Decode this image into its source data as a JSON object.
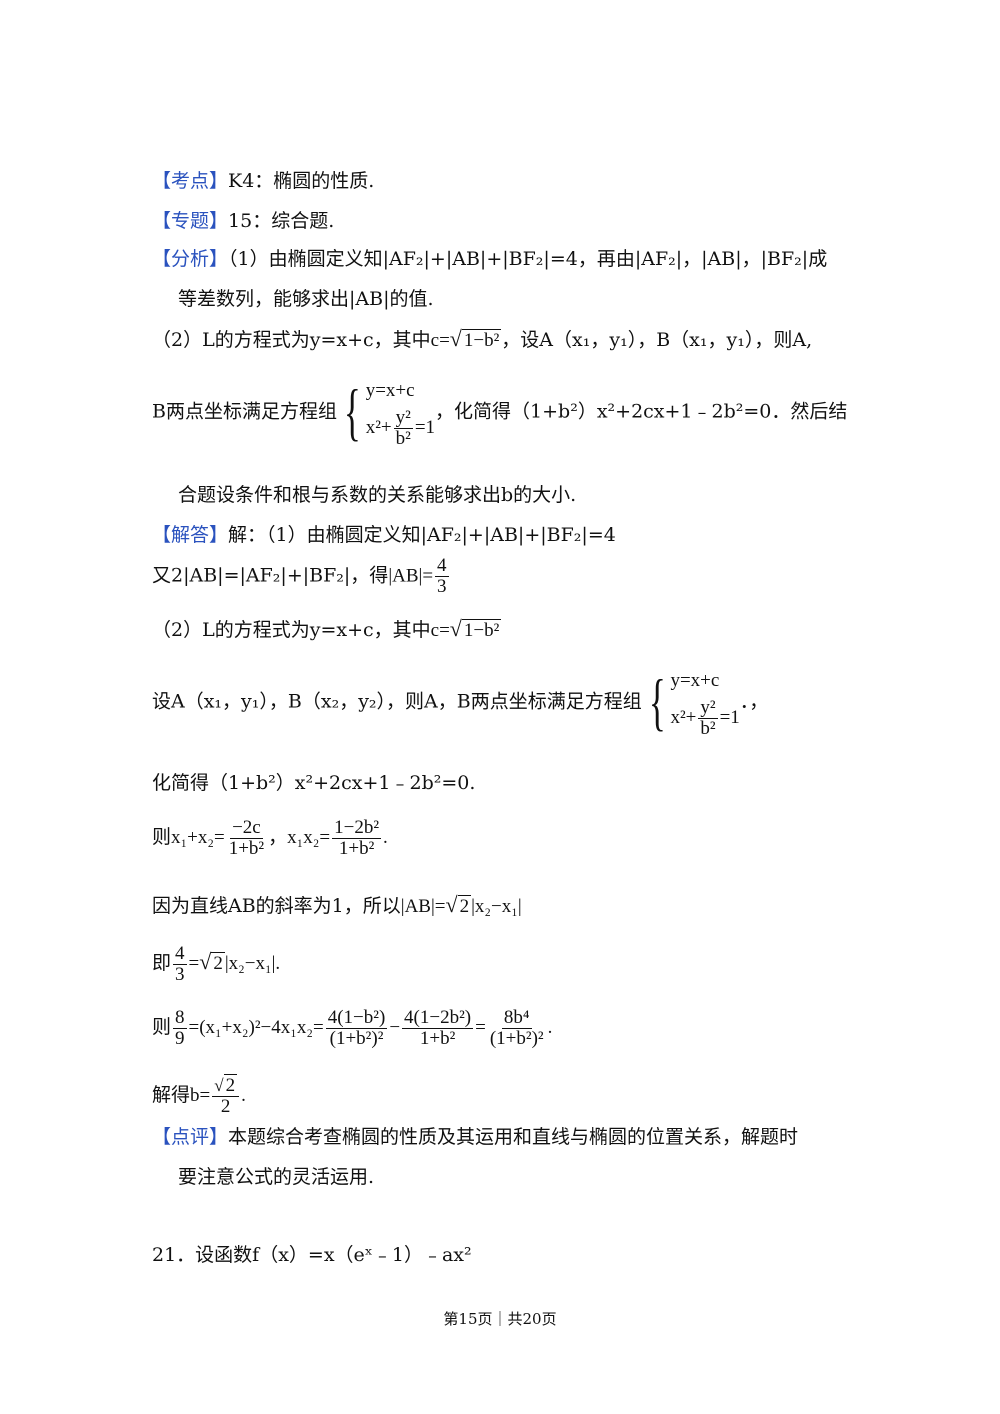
{
  "kaodian": {
    "tag": "【考点】",
    "text": "K4：椭圆的性质."
  },
  "zhuanti": {
    "tag": "【专题】",
    "text": "15：综合题."
  },
  "fenxi": {
    "tag": "【分析】",
    "l1": "（1）由椭圆定义知|AF₂|+|AB|+|BF₂|=4，再由|AF₂|，|AB|，|BF₂|成",
    "l2": "等差数列，能够求出|AB|的值.",
    "l3a": "（2）L的方程式为y=x+c，其中",
    "l3b": "，设A（x₁，y₁），B（x₁，y₁），则A,",
    "l4a": "B两点坐标满足方程组",
    "l4b": "，化简得（1+b²）x²+2cx+1﹣2b²=0．然后结",
    "l5": "合题设条件和根与系数的关系能够求出b的大小."
  },
  "jieda": {
    "tag": "【解答】",
    "l1": "解：（1）由椭圆定义知|AF₂|+|AB|+|BF₂|=4",
    "l2a": "又2|AB|=|AF₂|+|BF₂|，得",
    "l2b": "|AB|=",
    "l3a": "（2）L的方程式为y=x+c，其中",
    "l4a": "设A（x₁，y₁），B（x₂，y₂），则A，B两点坐标满足方程组",
    "l4b": "．，",
    "l5": "化简得（1+b²）x²+2cx+1﹣2b²=0.",
    "l6a": "则",
    "l6b": "，",
    "l6c": ".",
    "l7a": "因为直线AB的斜率为1，所以",
    "l8a": "即",
    "l8b": ".",
    "l9a": "则",
    "l9b": ".",
    "l10a": "解得",
    "l10b": "."
  },
  "math": {
    "c_eq": "c=",
    "one_minus_b2": "1−b²",
    "sys_line1": "y=x+c",
    "sys_line2a": "x²+",
    "y2": "y²",
    "b2": "b²",
    "eq1": "=1",
    "four": "4",
    "three": "3",
    "x1px2": "x₁+x₂=",
    "m2c": "−2c",
    "onepb2": "1+b²",
    "x1x2": "x₁x₂=",
    "one_m_2b2": "1−2b²",
    "abs_ab": "|AB|=",
    "two": "2",
    "abs_x2mx1": "|x₂−x₁|",
    "eight": "8",
    "nine": "9",
    "sq_sum": "=(x₁+x₂)²−4x₁x₂=",
    "num1": "4(1−b²)",
    "den1": "(1+b²)²",
    "minus": "−",
    "num2": "4(1−2b²)",
    "den2": "1+b²",
    "eqs": "=",
    "num3": "8b⁴",
    "den3": "(1+b²)²",
    "b_eq": "b=",
    "eq": "="
  },
  "dianping": {
    "tag": "【点评】",
    "l1": "本题综合考查椭圆的性质及其运用和直线与椭圆的位置关系，解题时",
    "l2": "要注意公式的灵活运用."
  },
  "q21": "21．设函数f（x）=x（eˣ﹣1）﹣ax²",
  "footer": "第15页｜共20页"
}
